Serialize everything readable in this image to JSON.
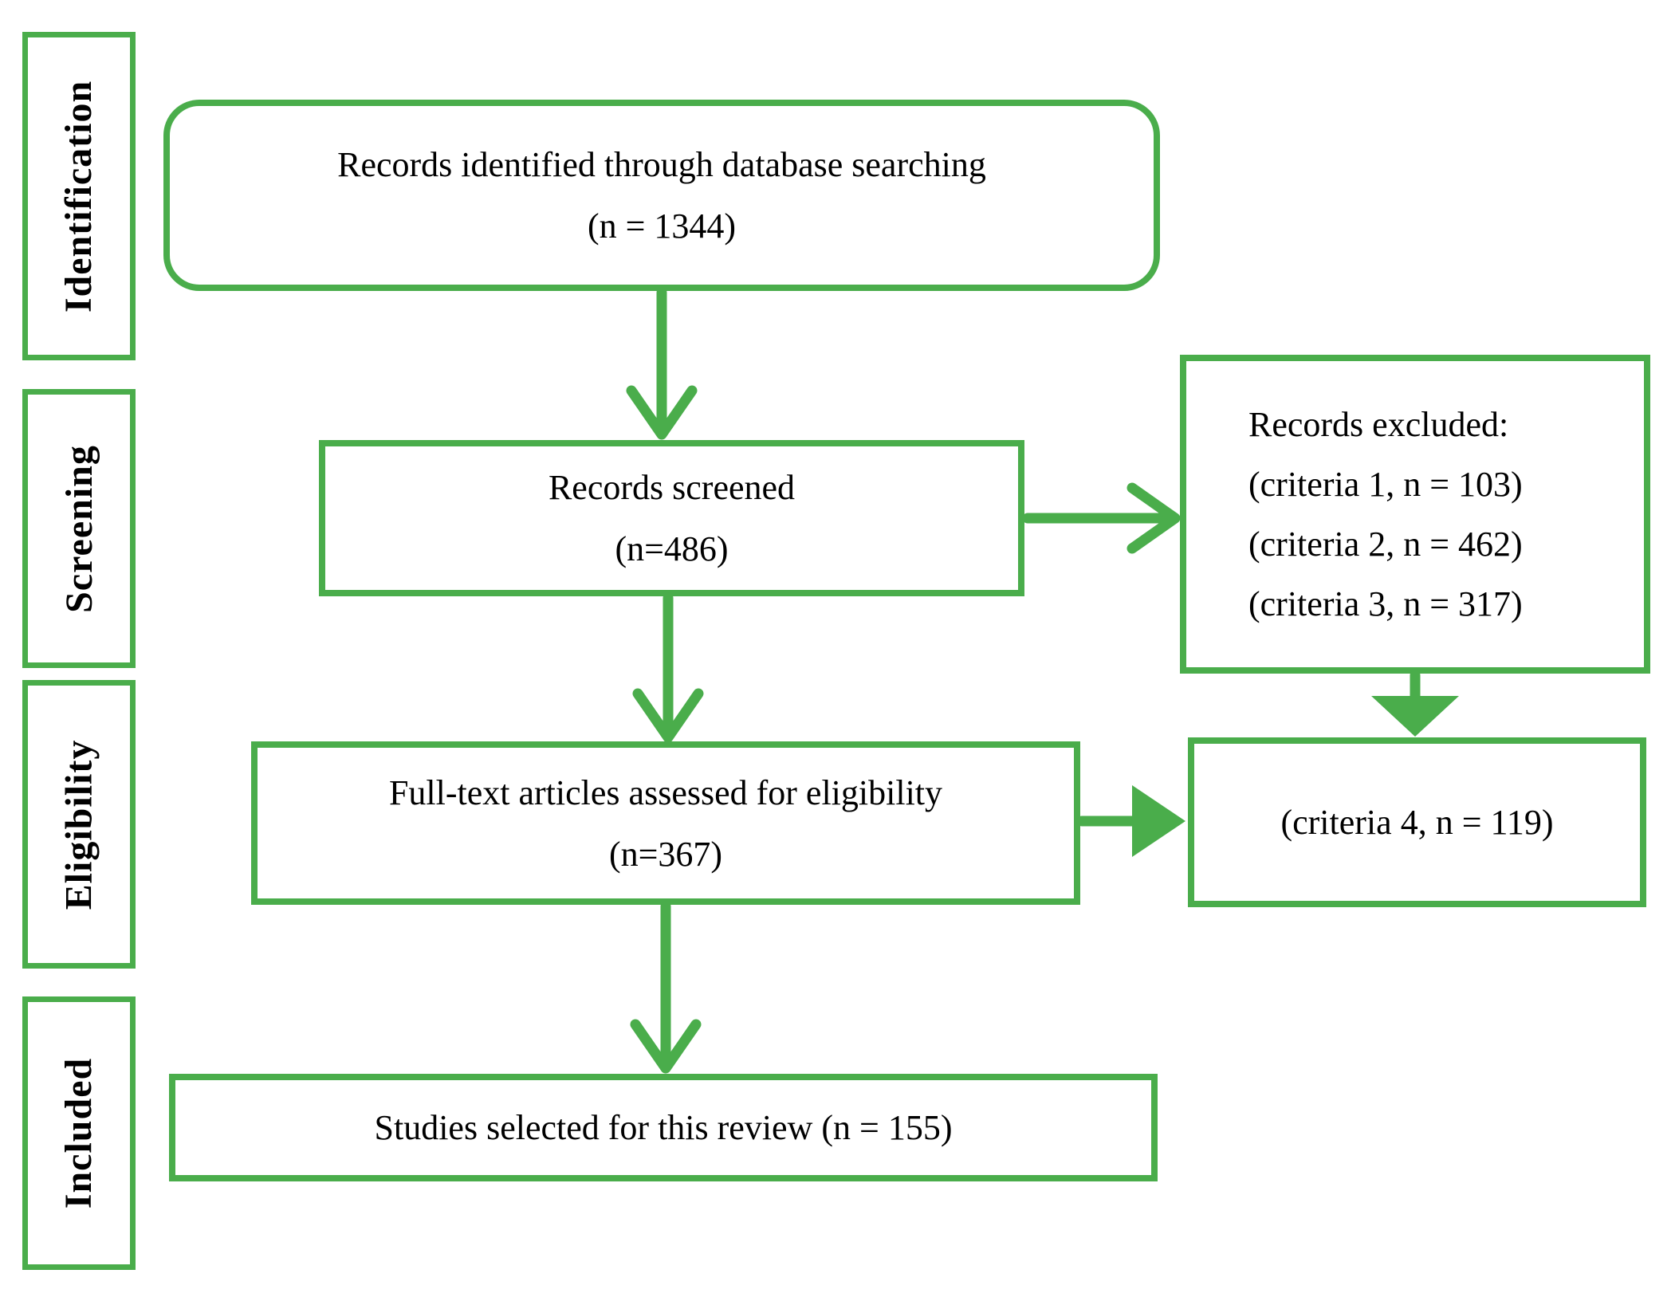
{
  "accent_color": "#4aad4b",
  "stages": [
    {
      "label": "Identification"
    },
    {
      "label": "Screening"
    },
    {
      "label": "Eligibility"
    },
    {
      "label": "Included"
    }
  ],
  "boxes": {
    "identified": {
      "line1": "Records identified through database searching",
      "line2": "(n = 1344)"
    },
    "screened": {
      "line1": "Records screened",
      "line2": "(n=486)"
    },
    "excluded": {
      "title": "Records excluded:",
      "items": [
        "(criteria 1, n = 103)",
        "(criteria 2, n = 462)",
        "(criteria 3, n = 317)"
      ]
    },
    "fulltext": {
      "line1": "Full-text articles assessed for eligibility",
      "line2": "(n=367)"
    },
    "criteria4": {
      "line1": "(criteria 4, n = 119)"
    },
    "selected": {
      "line1": "Studies selected for this review (n = 155)"
    }
  }
}
